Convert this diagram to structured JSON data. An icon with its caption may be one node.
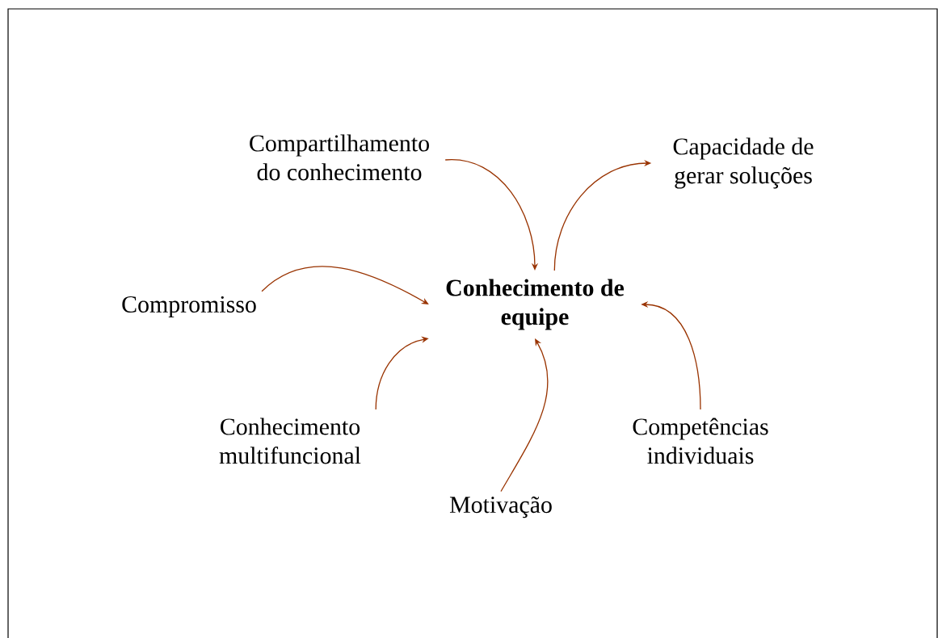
{
  "diagram": {
    "nodes": [
      {
        "text": [
          "Conhecimento de equipe"
        ]
      },
      {
        "text": [
          "Compartilhamento do conhecimento"
        ]
      },
      {
        "text": [
          "Capacidade de gerar soluções"
        ]
      },
      {
        "text": [
          "Compromisso"
        ]
      },
      {
        "text": [
          "Conhecimento multifuncional"
        ]
      },
      {
        "text": [
          "Motivação"
        ]
      },
      {
        "text": [
          "Competências individuais"
        ]
      }
    ],
    "edges": [
      {
        "from": 1,
        "to": 0,
        "arrow": "to"
      },
      {
        "from": 0,
        "to": 2,
        "arrow": "to"
      },
      {
        "from": 3,
        "to": 0,
        "arrow": "to"
      },
      {
        "from": 4,
        "to": 0,
        "arrow": "to"
      },
      {
        "from": 5,
        "to": 0,
        "arrow": "to"
      },
      {
        "from": 6,
        "to": 0,
        "arrow": "to"
      }
    ]
  }
}
